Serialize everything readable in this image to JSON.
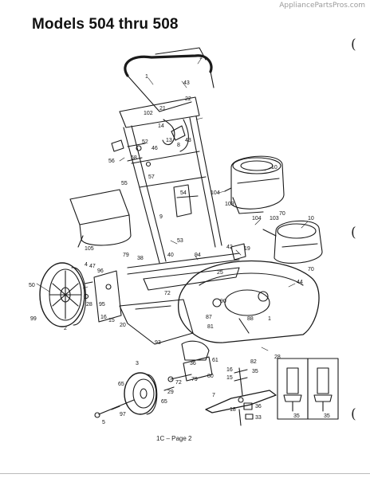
{
  "watermark": "AppliancePartsPros.com",
  "title": "Models 504 thru 508",
  "footer": "1C – Page 2",
  "margin_marks": [
    "(",
    "(",
    "("
  ],
  "callouts": {
    "c1a": "1",
    "c1b": "1",
    "c43a": "43",
    "c22": "22",
    "c102": "102",
    "c21": "21",
    "c14": "14",
    "c13": "13",
    "c8": "8",
    "c43b": "43",
    "c52": "52",
    "c46": "46",
    "c56": "56",
    "c58": "58",
    "c57": "57",
    "c55": "55",
    "c54": "54",
    "c9": "9",
    "c10a": "10",
    "c104a": "104",
    "c103a": "103",
    "c104b": "104",
    "c103b": "103",
    "c10b": "10",
    "c70a": "70",
    "c70b": "70",
    "c105": "105",
    "c53": "53",
    "c79": "79",
    "c38": "38",
    "c40": "40",
    "c94": "94",
    "c42": "42",
    "c19": "19",
    "c4": "4",
    "c47": "47",
    "c96": "96",
    "c25": "25",
    "c44": "44",
    "c50": "50",
    "c99": "99",
    "c2": "2",
    "c28a": "28",
    "c95": "95",
    "c16": "16",
    "c15a": "15",
    "c20": "20",
    "c72a": "72",
    "c90": "90",
    "c87": "87",
    "c81": "81",
    "c88": "88",
    "c1c": "1",
    "c93": "93",
    "c61": "61",
    "c82": "82",
    "c28b": "28",
    "c3": "3",
    "c36a": "36",
    "c80": "80",
    "c79b": "79",
    "c72b": "72",
    "c65a": "65",
    "c29": "29",
    "c65b": "65",
    "c5": "5",
    "c97": "97",
    "c16b": "16",
    "c15b": "15",
    "c35a": "35",
    "c7": "7",
    "c18": "18",
    "c36b": "36",
    "c33": "33",
    "c35b": "35",
    "c35c": "35"
  }
}
